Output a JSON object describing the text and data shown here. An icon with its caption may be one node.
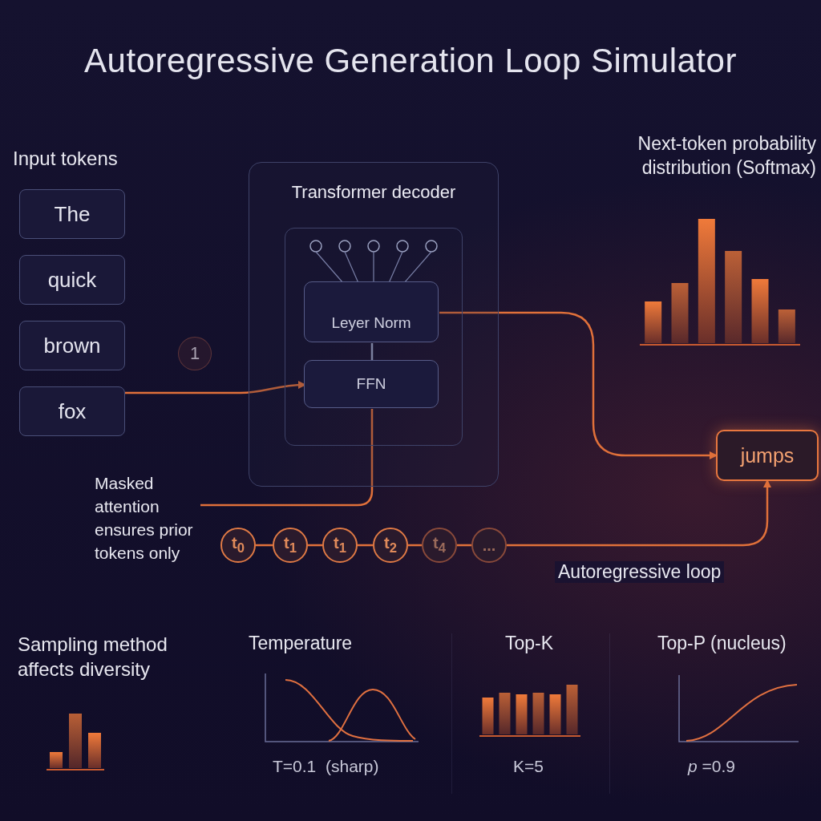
{
  "diagram": {
    "title": "Autoregressive Generation Loop Simulator",
    "nodes": [
      {
        "text": [
          "The"
        ]
      },
      {
        "text": [
          "quick"
        ]
      },
      {
        "text": [
          "brown"
        ]
      },
      {
        "text": [
          "fox"
        ]
      },
      {
        "text": [
          "Transformer decoder"
        ]
      },
      {
        "text": [],
        "shape": "box",
        "in": 4
      },
      {
        "text": [
          "Leyer Norm"
        ],
        "in": 5
      },
      {
        "text": [
          "FFN"
        ],
        "in": 5
      },
      {
        "text": [
          "1"
        ]
      },
      {
        "text": [
          "Masked attention ensures prior tokens only"
        ]
      },
      {
        "text": [
          "t$_{0}$"
        ]
      },
      {
        "text": [
          "t$_{1}$"
        ]
      },
      {
        "text": [
          "t$_{1}$"
        ]
      },
      {
        "text": [
          "t$_{2}$"
        ]
      },
      {
        "text": [
          "t$_{4}$"
        ]
      },
      {
        "text": [
          "..."
        ]
      },
      {
        "text": [
          "jumps"
        ]
      }
    ],
    "edges": [
      {
        "from": 3,
        "to": 7,
        "arrow": "to"
      },
      {
        "from": 6,
        "to": 7,
        "arrow": "none",
        "color": "#9aa0c0"
      },
      {
        "from": 7,
        "to": 9,
        "arrow": "none"
      },
      {
        "from": 6,
        "to": 16,
        "arrow": "to"
      },
      {
        "from": 10,
        "to": 11,
        "arrow": "none"
      },
      {
        "from": 11,
        "to": 12,
        "arrow": "none"
      },
      {
        "from": 12,
        "to": 13,
        "arrow": "none"
      },
      {
        "from": 13,
        "to": 14,
        "arrow": "none"
      },
      {
        "from": 14,
        "to": 15,
        "arrow": "none"
      },
      {
        "from": 15,
        "to": 16,
        "arrow": "to",
        "label": "Autoregressive loop"
      }
    ],
    "labels": [
      "Input tokens",
      "Next-token probability distribution (Softmax)",
      "Sampling method affects diversity",
      "Temperature",
      "T=0.1  (sharp)",
      "Top-K",
      "K=5",
      "Top-P (nucleus)",
      "*p* =0.9"
    ]
  }
}
